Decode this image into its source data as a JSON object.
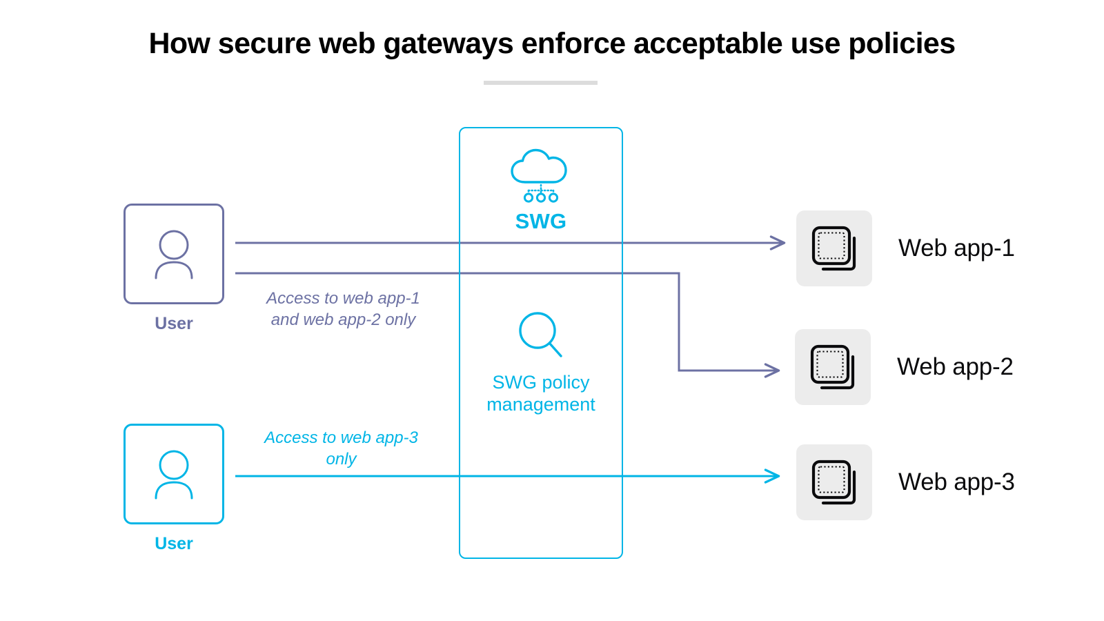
{
  "page": {
    "title": "How secure web gateways enforce acceptable use policies"
  },
  "colors": {
    "cyan": "#00B5E6",
    "slate_purple": "#6C71A3",
    "black": "#000000",
    "tile_gray": "#ECECEC",
    "rule_gray": "#DCDCDC",
    "background": "#FFFFFF"
  },
  "swg": {
    "label": "SWG",
    "cloud_icon": "cloud-icon",
    "policy_icon": "magnifier-icon",
    "policy_label": "SWG policy management",
    "policy_label_line1": "SWG policy",
    "policy_label_line2": "management"
  },
  "users": [
    {
      "id": "user-top",
      "caption": "User",
      "icon": "person-icon",
      "color": "#6C71A3"
    },
    {
      "id": "user-bottom",
      "caption": "User",
      "icon": "person-icon",
      "color": "#00B5E6"
    }
  ],
  "flow_labels": [
    {
      "id": "flow-label-1",
      "text": "Access to web app-1 and web app-2 only",
      "line1": "Access to web app-1",
      "line2": "and web app-2 only",
      "color": "#6C71A3"
    },
    {
      "id": "flow-label-2",
      "text": "Access to web app-3 only",
      "line1": "Access to web app-3",
      "line2": "only",
      "color": "#00B5E6"
    }
  ],
  "web_apps": [
    {
      "id": "webapp-1",
      "caption": "Web app-1",
      "icon": "stacked-window-icon"
    },
    {
      "id": "webapp-2",
      "caption": "Web app-2",
      "icon": "stacked-window-icon"
    },
    {
      "id": "webapp-3",
      "caption": "Web app-3",
      "icon": "stacked-window-icon"
    }
  ],
  "connections": [
    {
      "id": "connection-user1-app1",
      "from": "user-top",
      "to": "webapp-1",
      "color": "#6C71A3",
      "routing": "straight"
    },
    {
      "id": "connection-user1-app2",
      "from": "user-top",
      "to": "webapp-2",
      "color": "#6C71A3",
      "routing": "elbow"
    },
    {
      "id": "connection-user2-app3",
      "from": "user-bottom",
      "to": "webapp-3",
      "color": "#00B5E6",
      "routing": "straight"
    }
  ]
}
